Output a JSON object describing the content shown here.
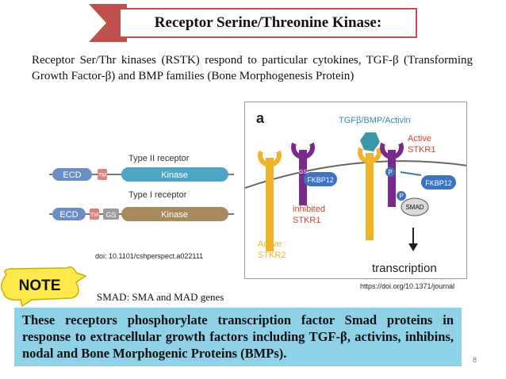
{
  "slide": {
    "title": "Receptor Serine/Threonine Kinase:",
    "intro": "Receptor Ser/Thr kinases (RSTK) respond to particular cytokines, TGF-β (Transforming Growth Factor-β)  and BMP families (Bone Morphogenesis Protein)",
    "page_number": "8",
    "accent_color": "#c0504d",
    "box_color": "#8fd1e6"
  },
  "figure_left": {
    "type2_label": "Type II receptor",
    "type1_label": "Type I receptor",
    "ecd": "ECD",
    "tm": "TM",
    "gs": "GS",
    "kinase": "Kinase",
    "doi": "doi: 10.1101/cshperspect.a022111"
  },
  "figure_right": {
    "panel": "a",
    "ligand": "TGFβ/BMP/Activin",
    "active_stkr1_l1": "Active",
    "active_stkr1_l2": "STKR1",
    "gs": "GS",
    "fkbp12": "FKBP12",
    "p": "P",
    "smad": "SMAD",
    "inhibited_l1": "inhibited",
    "inhibited_l2": "STKR1",
    "active_stkr2_l1": "Active",
    "active_stkr2_l2": "STKR2",
    "transcription": "transcription",
    "doi": "https://doi.org/10.1371/journal"
  },
  "note": {
    "label": "NOTE",
    "smad_text": "SMAD: SMA and MAD genes"
  },
  "summary": "These receptors phosphorylate transcription factor Smad proteins in response to extracellular growth factors including TGF-β, activins, inhibins, nodal and Bone Morphogenic Proteins (BMPs)."
}
